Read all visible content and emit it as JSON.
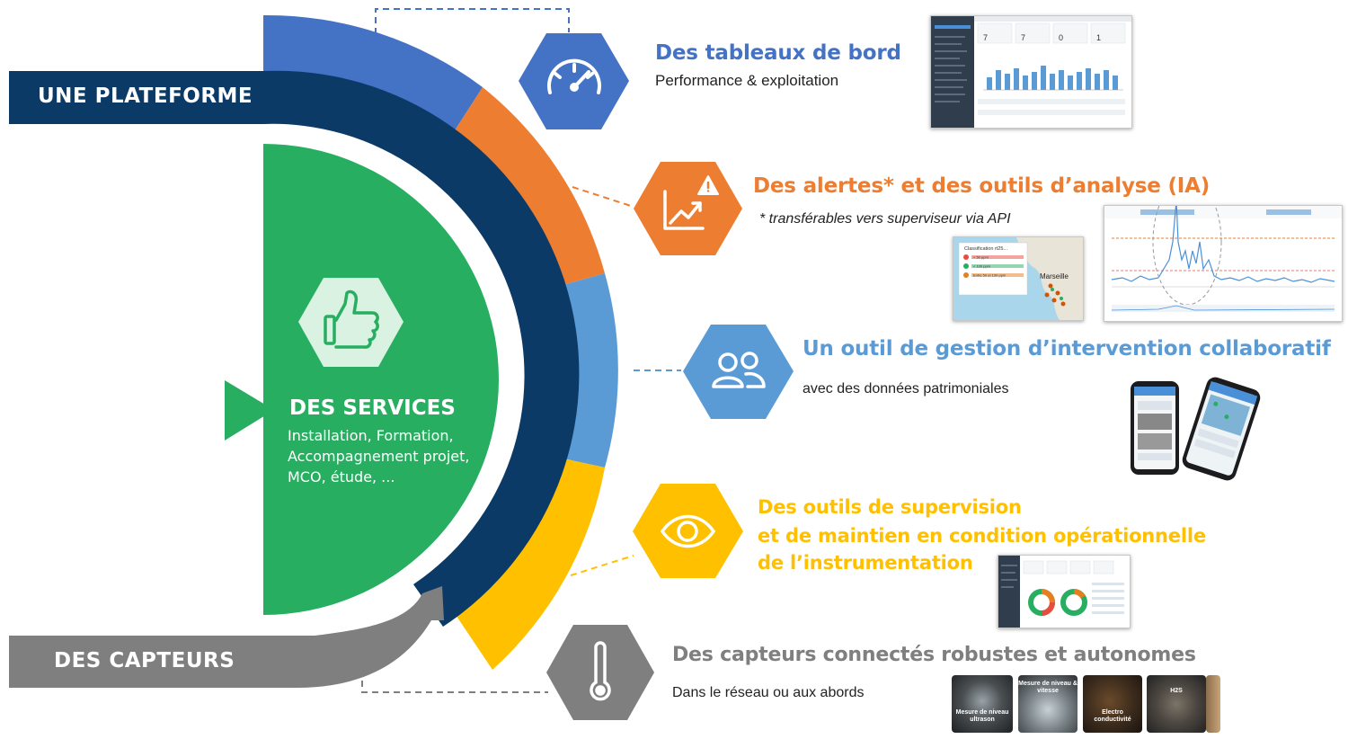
{
  "left": {
    "platform_label": "UNE PLATEFORME",
    "sensors_label": "DES CAPTEURS",
    "services_title": "DES SERVICES",
    "services_lines": [
      "Installation, Formation,",
      "Accompagnement projet,",
      "MCO, étude, ..."
    ]
  },
  "items": [
    {
      "title": "Des tableaux de bord",
      "subtitle": "Performance & exploitation",
      "color": "#4472c4",
      "icon": "speedometer-icon"
    },
    {
      "title": "Des alertes* et des outils d’analyse (IA)",
      "subtitle": "* transférables vers superviseur via API",
      "color": "#ed7d31",
      "icon": "alert-chart-icon"
    },
    {
      "title": "Un outil de gestion d’intervention collaboratif",
      "subtitle": "avec des données patrimoniales",
      "color": "#5b9bd5",
      "icon": "users-icon"
    },
    {
      "title_lines": [
        "Des outils de supervision",
        "et de maintien en condition opérationnelle",
        "de l’instrumentation"
      ],
      "color": "#ffc000",
      "icon": "eye-icon"
    },
    {
      "title": "Des capteurs connectés robustes et autonomes",
      "subtitle": "Dans le réseau ou aux abords",
      "color": "#7f7f7f",
      "icon": "thermometer-icon"
    }
  ],
  "screenshots": {
    "dashboard": {
      "kpis": [
        "7",
        "7",
        "0",
        "1"
      ]
    },
    "map": {
      "city": "Marseille",
      "rows": [
        "Classification rt25...",
        "< 50 ppm",
        "< 100 ppm",
        "Entre 50 et 100 ppm"
      ]
    },
    "sensor_photos": [
      {
        "caption": "Mesure de niveau ultrason"
      },
      {
        "caption": "Mesure de niveau & vitesse"
      },
      {
        "caption": "Electro conductivité"
      },
      {
        "caption": "H2S"
      },
      {
        "caption": ""
      }
    ]
  },
  "colors": {
    "navy": "#0b3a66",
    "green": "#27ae60",
    "dark_gray": "#7f7f7f",
    "blue": "#4472c4",
    "orange": "#ed7d31",
    "light_blue": "#5b9bd5",
    "yellow": "#ffc000"
  }
}
